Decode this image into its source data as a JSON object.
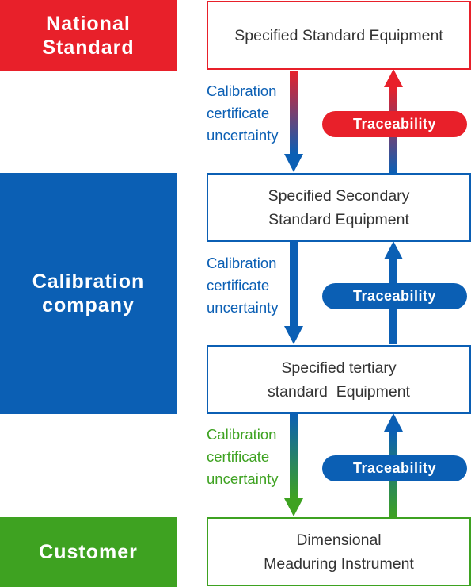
{
  "colors": {
    "red": "#e8202a",
    "blue": "#0b5fb4",
    "green": "#3ea221",
    "node_text": "#333333"
  },
  "bands": {
    "national": {
      "line1": "National",
      "line2": "Standard"
    },
    "calibration": {
      "line1": "Calibration",
      "line2": "company"
    },
    "customer": {
      "line1": "Customer"
    }
  },
  "nodes": {
    "primary": {
      "line1": "Specified Standard Equipment"
    },
    "secondary": {
      "line1": "Specified Secondary",
      "line2": "Standard Equipment"
    },
    "tertiary": {
      "line1": "Specified tertiary",
      "line2": "standard  Equipment"
    },
    "instrument": {
      "line1": "Dimensional",
      "line2": "Meaduring Instrument"
    }
  },
  "calibration_labels": [
    {
      "line1": "Calibration",
      "line2": "certificate",
      "line3": "uncertainty"
    },
    {
      "line1": "Calibration",
      "line2": "certificate",
      "line3": "uncertainty"
    },
    {
      "line1": "Calibration",
      "line2": "certificate",
      "line3": "uncertainty"
    }
  ],
  "traceability_labels": [
    {
      "text": "Traceability"
    },
    {
      "text": "Traceability"
    },
    {
      "text": "Traceability"
    }
  ]
}
